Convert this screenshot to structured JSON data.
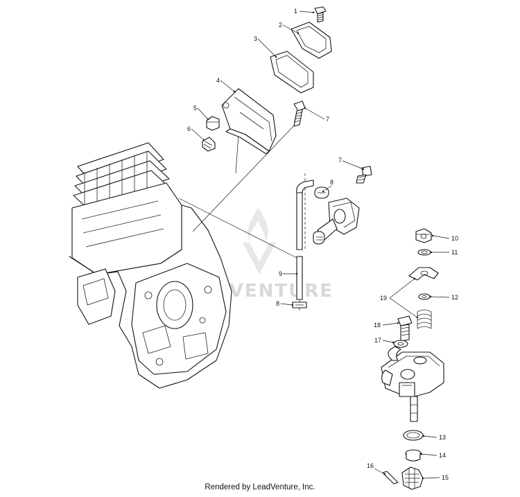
{
  "watermark": {
    "text": "ADVENTURE",
    "logo": "leadventure-flame-logo"
  },
  "footer": {
    "text": "Rendered by LeadVenture, Inc."
  },
  "callouts": {
    "c1": "1",
    "c2": "2",
    "c3": "3",
    "c4": "4",
    "c5": "5",
    "c6": "6",
    "c7a": "7",
    "c7b": "7",
    "c8a": "8",
    "c8b": "8",
    "c9": "9",
    "c10": "10",
    "c11": "11",
    "c12": "12",
    "c13": "13",
    "c14": "14",
    "c15": "15",
    "c16": "16",
    "c17": "17",
    "c18": "18",
    "c19": "19"
  }
}
